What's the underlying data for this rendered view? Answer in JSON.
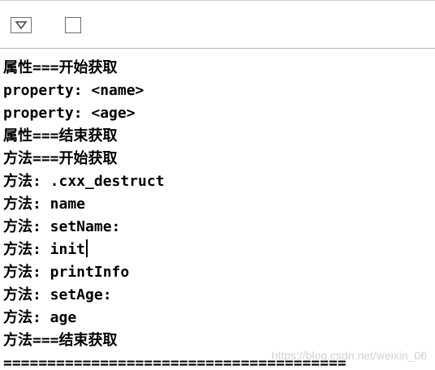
{
  "toolbar": {
    "filter_icon": "triangle-down-icon",
    "checkbox_icon": "checkbox-icon"
  },
  "console": {
    "lines": [
      "属性===开始获取",
      "property: <name>",
      "property: <age>",
      "属性===结束获取",
      "方法===开始获取",
      "方法: .cxx_destruct",
      "方法: name",
      "方法: setName:",
      "方法: init",
      "方法: printInfo",
      "方法: setAge:",
      "方法: age",
      "方法===结束获取",
      "======================================="
    ]
  },
  "watermark": "https://blog.csdn.net/weixin_06"
}
